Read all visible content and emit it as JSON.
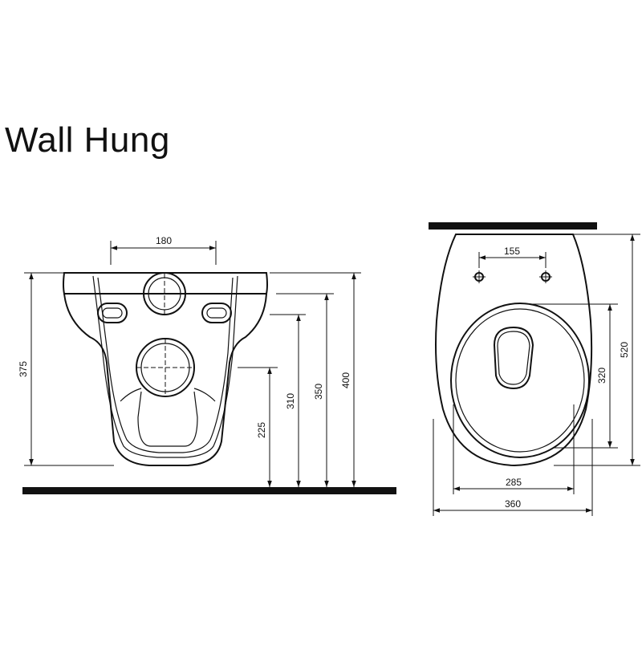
{
  "title": "Wall Hung",
  "front_view": {
    "width_180": "180",
    "height_375": "375",
    "height_225": "225",
    "height_310": "310",
    "height_350": "350",
    "height_400": "400"
  },
  "top_view": {
    "width_155": "155",
    "length_520": "520",
    "length_320": "320",
    "width_285": "285",
    "width_360": "360"
  }
}
